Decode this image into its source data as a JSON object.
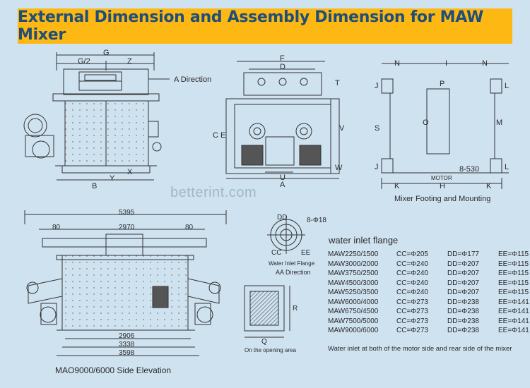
{
  "title": "External Dimension and Assembly Dimension for MAW Mixer",
  "watermark": "betterint.com",
  "top_left_view": {
    "labels": {
      "G": "G",
      "G2": "G/2",
      "Z": "Z",
      "X": "X",
      "Y": "Y",
      "B": "B"
    },
    "a_direction": "A Direction"
  },
  "top_mid_view": {
    "labels": {
      "F": "F",
      "D": "D",
      "T": "T",
      "C": "C",
      "E": "E",
      "V": "V",
      "U": "U",
      "A": "A",
      "W": "W"
    }
  },
  "footing_view": {
    "labels": {
      "N": "N",
      "I": "I",
      "J": "J",
      "L": "L",
      "P": "P",
      "O": "O",
      "S": "S",
      "M": "M",
      "K": "K",
      "H": "H"
    },
    "motor": "MOTOR",
    "bolt": "8-530",
    "caption": "Mixer Footing and Mounting"
  },
  "side_view": {
    "dims": {
      "total": "5395",
      "left": "80",
      "mid": "2970",
      "right": "80",
      "d1": "2906",
      "d2": "3338",
      "d3": "3598"
    },
    "caption": "MAO9000/6000 Side Elevation"
  },
  "flange": {
    "labels": {
      "DD": "DD",
      "holes": "8-Φ18",
      "CC": "CC",
      "EE": "EE"
    },
    "caption1": "Water Inlet Flange",
    "caption2": "AA Direction"
  },
  "opening": {
    "labels": {
      "Q": "Q",
      "R": "R"
    },
    "caption": "On the opening area"
  },
  "water_inlet": {
    "title": "water inlet flange",
    "rows": [
      {
        "model": "MAW2250/1500",
        "cc": "CC=Φ205",
        "dd": "DD=Φ177",
        "ee": "EE=Φ115"
      },
      {
        "model": "MAW3000/2000",
        "cc": "CC=Φ240",
        "dd": "DD=Φ207",
        "ee": "EE=Φ115"
      },
      {
        "model": "MAW3750/2500",
        "cc": "CC=Φ240",
        "dd": "DD=Φ207",
        "ee": "EE=Φ115"
      },
      {
        "model": "MAW4500/3000",
        "cc": "CC=Φ240",
        "dd": "DD=Φ207",
        "ee": "EE=Φ115"
      },
      {
        "model": "MAW5250/3500",
        "cc": "CC=Φ240",
        "dd": "DD=Φ207",
        "ee": "EE=Φ115"
      },
      {
        "model": "MAW6000/4000",
        "cc": "CC=Φ273",
        "dd": "DD=Φ238",
        "ee": "EE=Φ141"
      },
      {
        "model": "MAW6750/4500",
        "cc": "CC=Φ273",
        "dd": "DD=Φ238",
        "ee": "EE=Φ141"
      },
      {
        "model": "MAW7500/5000",
        "cc": "CC=Φ273",
        "dd": "DD=Φ238",
        "ee": "EE=Φ141"
      },
      {
        "model": "MAW9000/6000",
        "cc": "CC=Φ273",
        "dd": "DD=Φ238",
        "ee": "EE=Φ141"
      }
    ],
    "note": "Water inlet at both of the motor side and rear side of the mixer"
  }
}
